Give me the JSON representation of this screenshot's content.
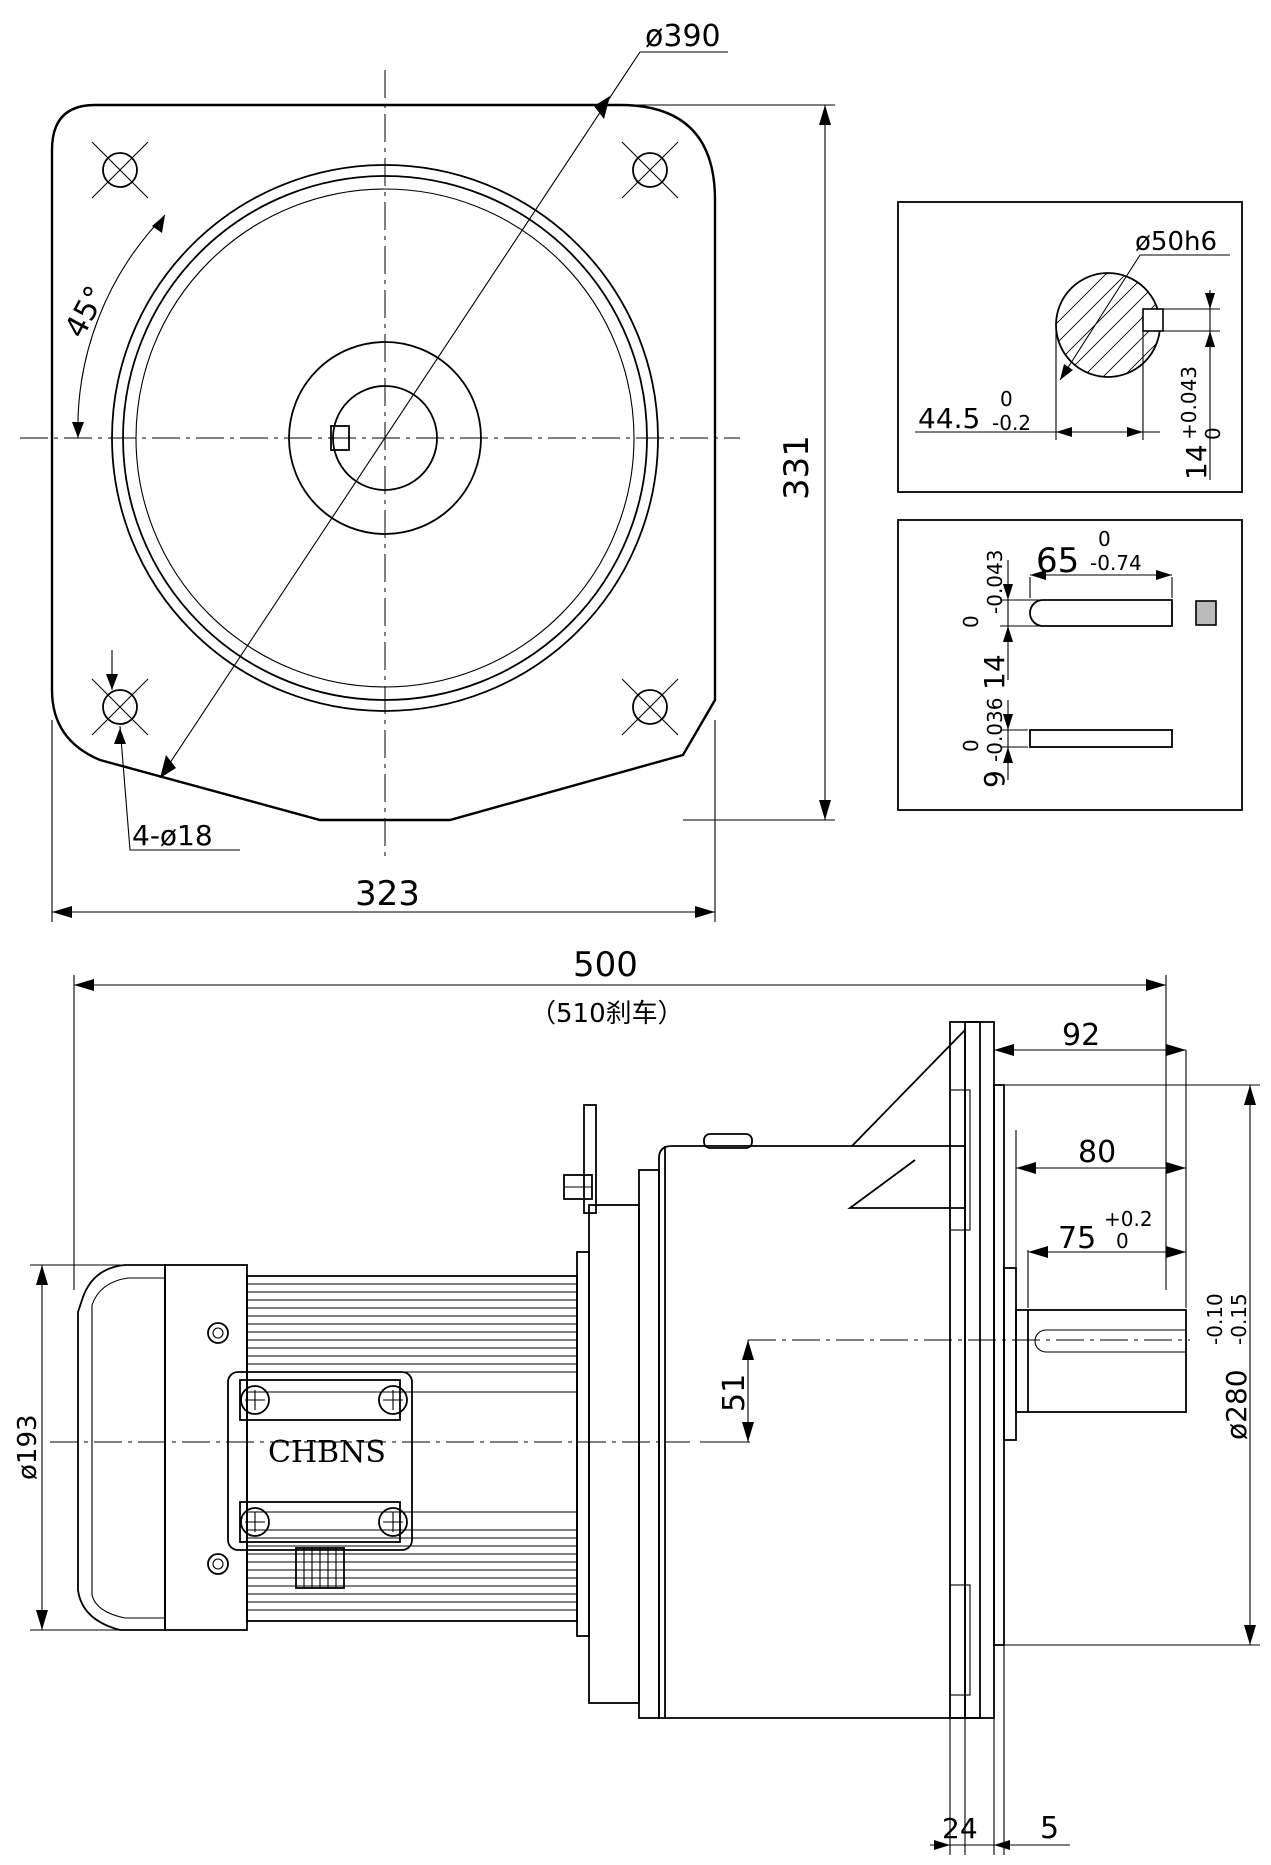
{
  "front_view": {
    "bolt_circle": "ø390",
    "angle": "45°",
    "holes": "4-ø18",
    "width": "323",
    "height": "331"
  },
  "shaft_section": {
    "diameter": "ø50h6",
    "depth_value": "44.5",
    "depth_tol_upper": "0",
    "depth_tol_lower": "-0.2",
    "key_value": "14",
    "key_tol_upper": "+0.043",
    "key_tol_lower": "0"
  },
  "key_detail": {
    "length_value": "65",
    "length_tol_upper": "0",
    "length_tol_lower": "-0.74",
    "width_value": "14",
    "width_tol_upper": "0",
    "width_tol_lower": "-0.043",
    "height_value": "9",
    "height_tol_upper": "0",
    "height_tol_lower": "-0.036"
  },
  "side_view": {
    "total_length": "500",
    "total_length_note": "（510刹车）",
    "motor_diameter": "ø193",
    "brand": "CHBNS",
    "offset": "51",
    "dim_92": "92",
    "dim_80": "80",
    "dim_75_value": "75",
    "dim_75_tol_upper": "+0.2",
    "dim_75_tol_lower": "0",
    "pilot_value": "ø280",
    "pilot_tol_upper": "-0.10",
    "pilot_tol_lower": "-0.15",
    "dim_24": "24",
    "dim_5": "5"
  }
}
